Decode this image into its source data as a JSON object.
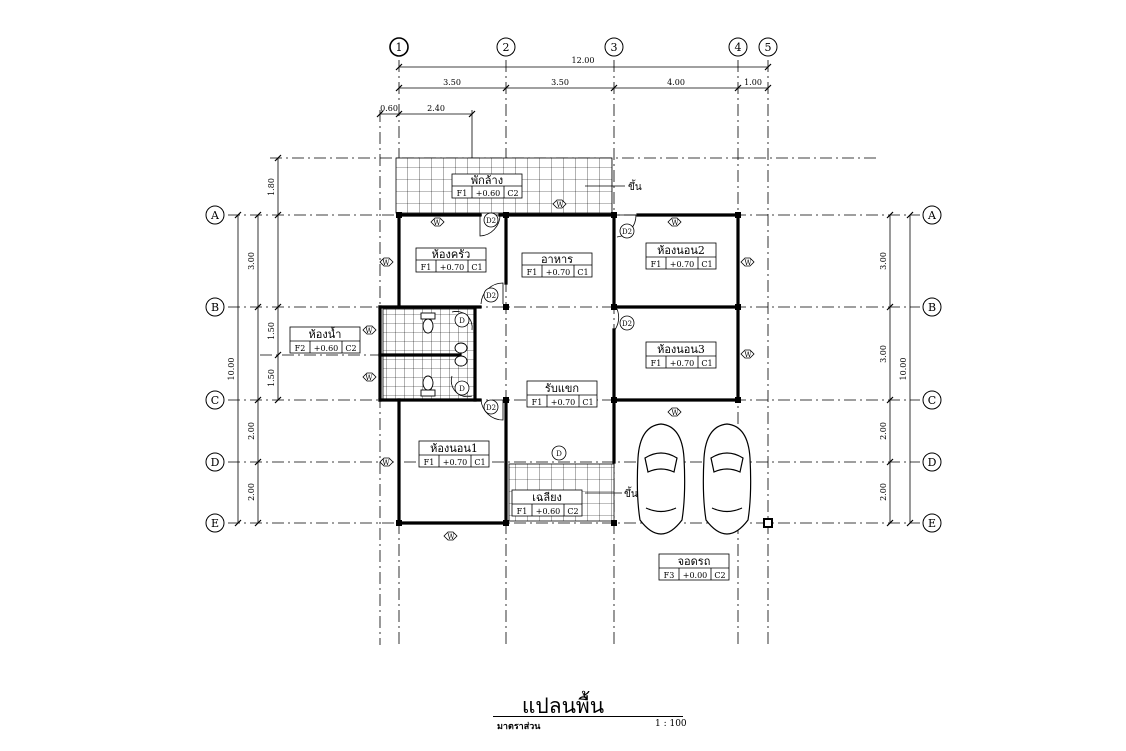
{
  "title": "แปลนพื้น",
  "scale": {
    "label": "มาตราส่วน",
    "value": "1 : 100"
  },
  "axes_top": [
    "1",
    "2",
    "3",
    "4",
    "5"
  ],
  "axes_side": [
    "A",
    "B",
    "C",
    "D",
    "E"
  ],
  "dims_top_total": "12.00",
  "dims_top": [
    "3.50",
    "3.50",
    "4.00",
    "1.00"
  ],
  "dims_small": [
    "0.60",
    "2.40"
  ],
  "dims_left": [
    "1.80",
    "3.00",
    "1.50",
    "1.50",
    "2.00",
    "2.00"
  ],
  "dims_left_total": "10.00",
  "dims_right": [
    "3.00",
    "3.00",
    "2.00",
    "2.00"
  ],
  "dims_right_total": "10.00",
  "rooms": [
    {
      "name": "พักล้าง",
      "floor": "F1",
      "level": "+0.60",
      "ceiling": "C2"
    },
    {
      "name": "ห้องครัว",
      "floor": "F1",
      "level": "+0.70",
      "ceiling": "C1"
    },
    {
      "name": "อาหาร",
      "floor": "F1",
      "level": "+0.70",
      "ceiling": "C1"
    },
    {
      "name": "ห้องนอน2",
      "floor": "F1",
      "level": "+0.70",
      "ceiling": "C1"
    },
    {
      "name": "ห้องน้ำ",
      "floor": "F2",
      "level": "+0.60",
      "ceiling": "C2"
    },
    {
      "name": "ห้องนอน3",
      "floor": "F1",
      "level": "+0.70",
      "ceiling": "C1"
    },
    {
      "name": "รับแขก",
      "floor": "F1",
      "level": "+0.70",
      "ceiling": "C1"
    },
    {
      "name": "ห้องนอน1",
      "floor": "F1",
      "level": "+0.70",
      "ceiling": "C1"
    },
    {
      "name": "เฉลียง",
      "floor": "F1",
      "level": "+0.60",
      "ceiling": "C2"
    },
    {
      "name": "จอดรถ",
      "floor": "F3",
      "level": "+0.00",
      "ceiling": "C2"
    }
  ],
  "stair_labels": [
    "ขึ้น",
    "ขึ้น"
  ],
  "tag_window": "W",
  "tag_door": "D",
  "tag_door2": "D2"
}
